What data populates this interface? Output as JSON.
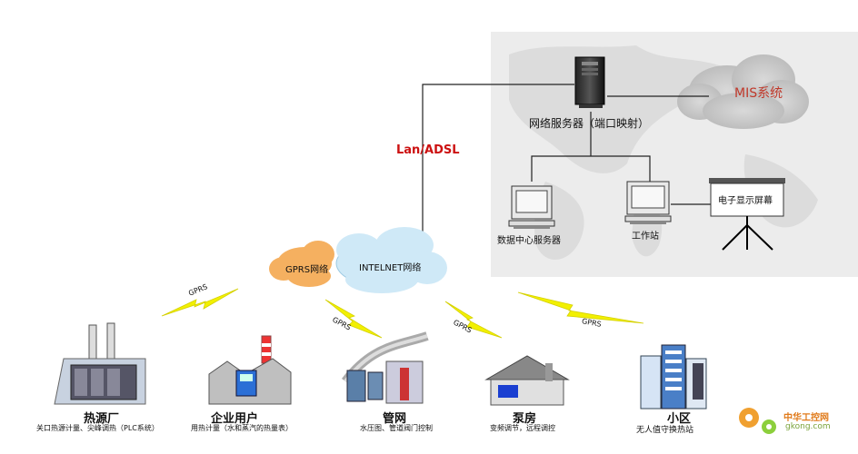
{
  "network": {
    "lan_adsl": "Lan/ADSL",
    "gprs_cloud": "GPRS网络",
    "internet_cloud": "INTELNET网络",
    "mis_cloud": "MIS系统"
  },
  "server": {
    "label": "网络服务器（端口映射）"
  },
  "data_center": {
    "label": "数据中心服务器"
  },
  "workstation": {
    "label": "工作站"
  },
  "screen": {
    "label": "电子显示屏幕"
  },
  "gprs_link": "GPRS",
  "sites": [
    {
      "title": "热源厂",
      "desc": "关口热源计量、尖峰调热（PLC系统）"
    },
    {
      "title": "企业用户",
      "desc": "用热计量（水和蒸汽的热量表）"
    },
    {
      "title": "管网",
      "desc": "水压图、管道阀门控制"
    },
    {
      "title": "泵房",
      "desc": "变频调节，远程调控"
    },
    {
      "title": "小区",
      "desc": "无人值守换热站"
    }
  ],
  "watermark": {
    "name": "中华工控网",
    "url": "gkong.com"
  },
  "colors": {
    "bolt": "#f2f000",
    "cloud_orange": "#f5b060",
    "cloud_blue": "#cfe9f7",
    "mis_text": "#c0392b",
    "lan_text": "#cc1111"
  }
}
